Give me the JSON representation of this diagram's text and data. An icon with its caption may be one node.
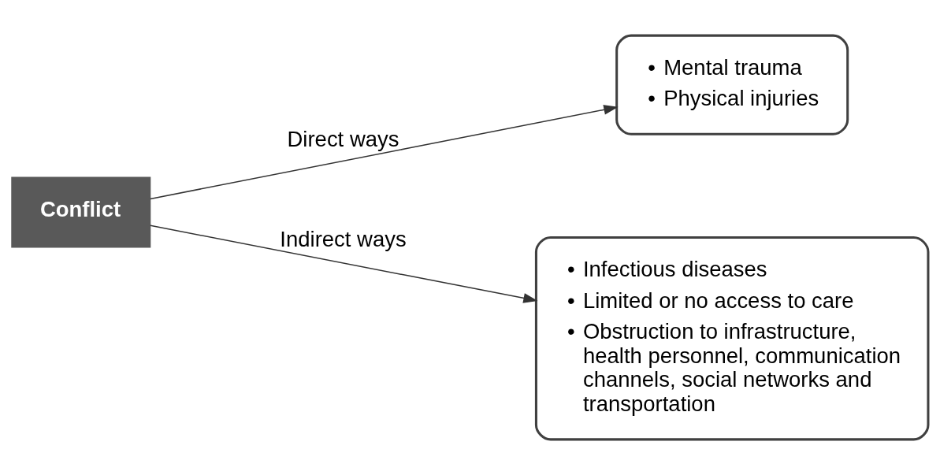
{
  "diagram": {
    "nodes": [
      {
        "text": [
          "Conflict"
        ]
      },
      {
        "text": [
          "• Mental trauma",
          "• Physical injuries"
        ]
      },
      {
        "text": [
          "• Infectious diseases",
          "• Limited or no access to care",
          "• Obstruction to infrastructure, health personnel, communication channels, social networks and transportation"
        ]
      }
    ],
    "edges": [
      {
        "from": 0,
        "to": 1,
        "label": "Direct ways",
        "arrow": "to"
      },
      {
        "from": 0,
        "to": 2,
        "label": "Indirect ways",
        "arrow": "to"
      }
    ]
  }
}
